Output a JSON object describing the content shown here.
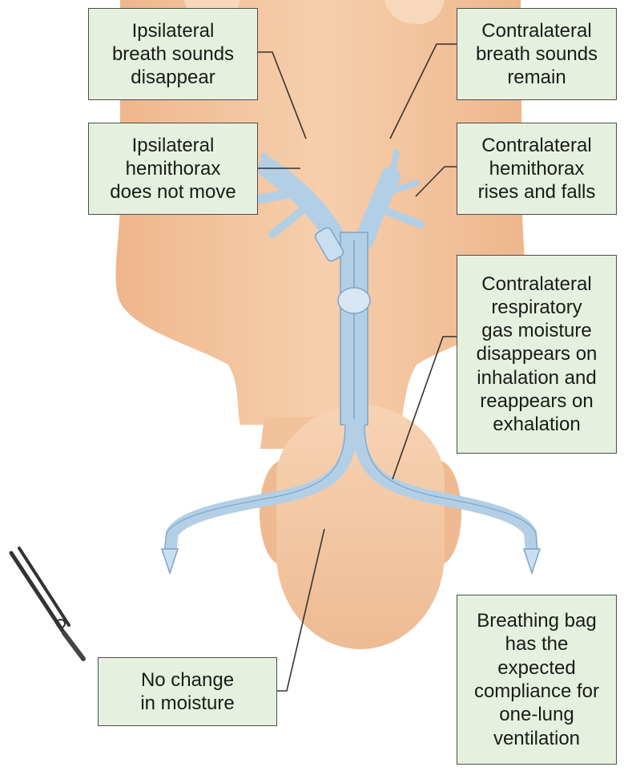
{
  "colors": {
    "skin": "#f4c7a0",
    "skin_shadow": "#e7b087",
    "tube": "#b3cfe6",
    "tube_edge": "#7ea4c6",
    "label_fill": "#e5f1de",
    "label_border": "#4d4d4d",
    "leader_line": "#333333"
  },
  "icons": {
    "clamp": "hemostat-clamp-icon"
  },
  "labels": {
    "ipsi_breath": [
      "Ipsilateral",
      "breath sounds",
      "disappear"
    ],
    "contra_breath": [
      "Contralateral",
      "breath sounds",
      "remain"
    ],
    "ipsi_hemithorax": [
      "Ipsilateral",
      "hemithorax",
      "does not move"
    ],
    "contra_hemithorax": [
      "Contralateral",
      "hemithorax",
      "rises and falls"
    ],
    "contra_moisture": [
      "Contralateral",
      "respiratory",
      "gas moisture",
      "disappears on",
      "inhalation and",
      "reappears on",
      "exhalation"
    ],
    "no_change": [
      "No change",
      "in moisture"
    ],
    "breathing_bag": [
      "Breathing bag",
      "has the",
      "expected",
      "compliance for",
      "one-lung",
      "ventilation"
    ]
  }
}
